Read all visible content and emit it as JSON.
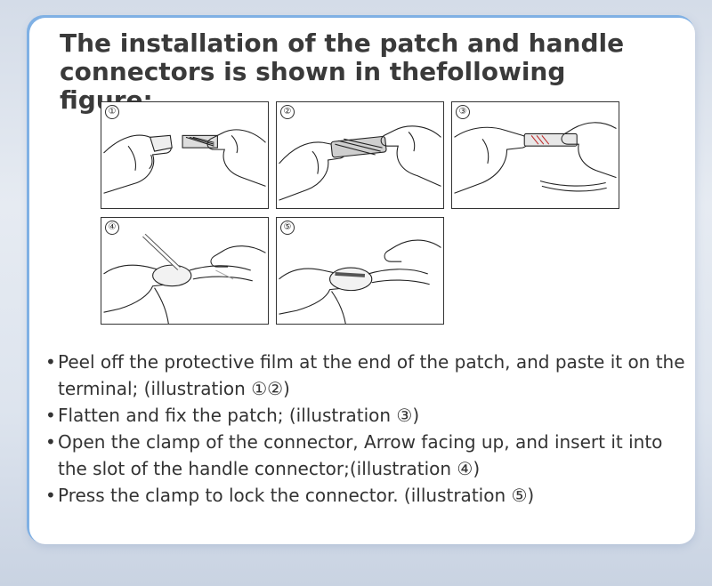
{
  "title": "The installation of the patch and handle connectors is shown in thefollowing figure:",
  "panels": [
    {
      "number": "①",
      "icon": "illustration-peel-film"
    },
    {
      "number": "②",
      "icon": "illustration-paste-terminal"
    },
    {
      "number": "③",
      "icon": "illustration-flatten-patch"
    },
    {
      "number": "④",
      "icon": "illustration-open-clamp"
    },
    {
      "number": "⑤",
      "icon": "illustration-press-clamp"
    }
  ],
  "instructions": [
    "Peel off the protective film at the end of the patch, and paste it on the terminal; (illustration ①②)",
    "Flatten and fix the patch; (illustration ③)",
    "Open the clamp of the connector, Arrow facing up, and insert it into the slot of the handle connector;(illustration ④)",
    "Press the clamp to lock the connector. (illustration ⑤)"
  ],
  "colors": {
    "card_border": "#7fb0e4",
    "text": "#333333",
    "title": "#3a3a3a"
  }
}
